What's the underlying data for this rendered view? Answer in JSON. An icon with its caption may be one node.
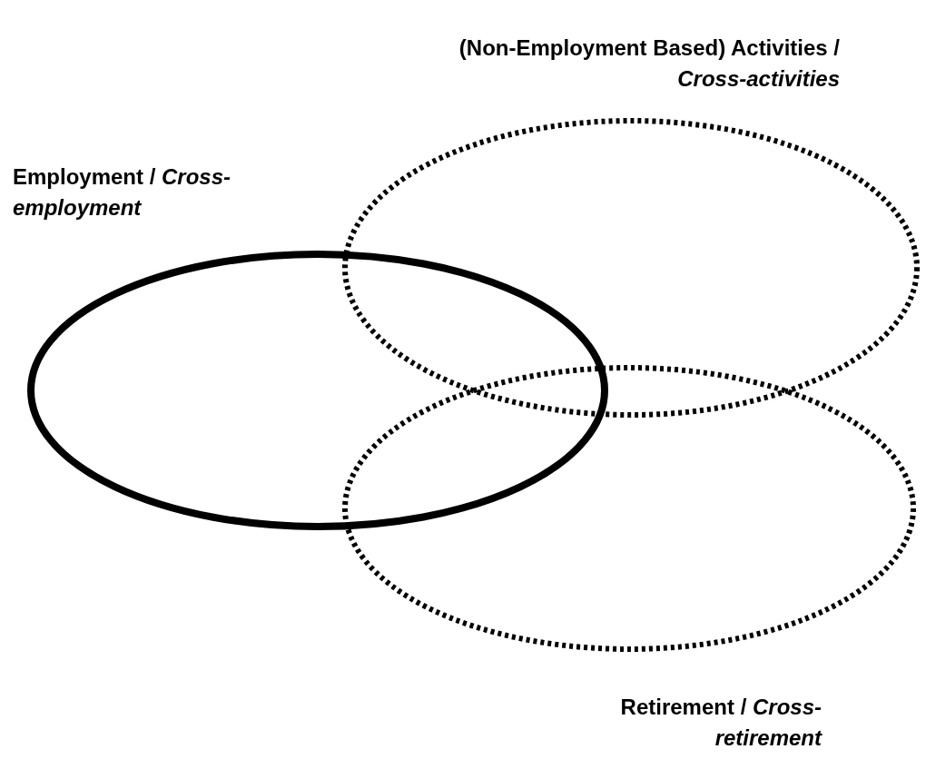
{
  "diagram": {
    "nodes": [
      {
        "text": [
          "(Non-Employment Based) Activities / *Cross-activities*"
        ]
      },
      {
        "text": [
          "Employment / *Cross-employment*"
        ]
      },
      {
        "text": [
          "Retirement / *Cross-retirement*"
        ]
      }
    ]
  }
}
